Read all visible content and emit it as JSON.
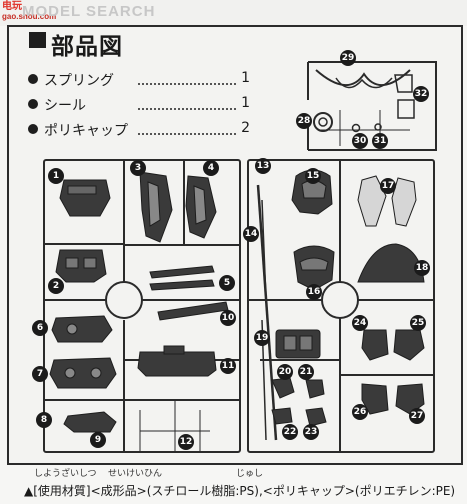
{
  "site": {
    "brand": "电玩",
    "brand_url": "gao.shou.com",
    "watermark": "MODEL SEARCH"
  },
  "title": "部品図",
  "parts_list": [
    {
      "name": "スプリング",
      "qty": "1"
    },
    {
      "name": "シール",
      "qty": "1"
    },
    {
      "name": "ポリキャップ",
      "qty": "2"
    }
  ],
  "part_numbers": [
    "1",
    "2",
    "3",
    "4",
    "5",
    "6",
    "7",
    "8",
    "9",
    "10",
    "11",
    "12",
    "13",
    "14",
    "15",
    "16",
    "17",
    "18",
    "19",
    "20",
    "21",
    "22",
    "23",
    "24",
    "25",
    "26",
    "27",
    "28",
    "29",
    "30",
    "31",
    "32"
  ],
  "footnote": {
    "furigana_shiyou": "しようざいしつ",
    "furigana_seikei": "せいけいひん",
    "furigana_jushi": "じゅし",
    "materials": "▲[使用材質]<成形品>(スチロール樹脂:PS),<ポリキャップ>(ポリエチレン:PE)"
  },
  "colors": {
    "ink": "#1e1e1e",
    "part_fill": "#3a3a3a",
    "brand_red": "#e0342b"
  }
}
